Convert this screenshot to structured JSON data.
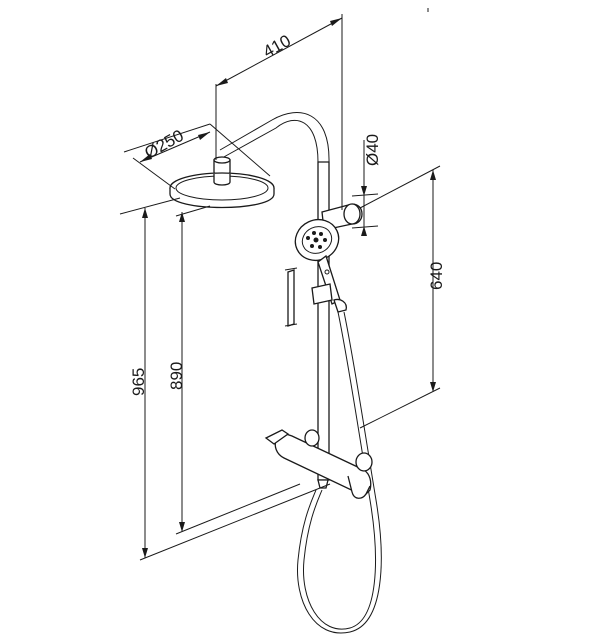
{
  "drawing": {
    "dimensions": {
      "arm_reach": "410",
      "head_diameter": "Ø250",
      "pipe_diameter": "Ø40",
      "slide_rail_height": "640",
      "overall_height": "965",
      "head_height": "890"
    }
  }
}
